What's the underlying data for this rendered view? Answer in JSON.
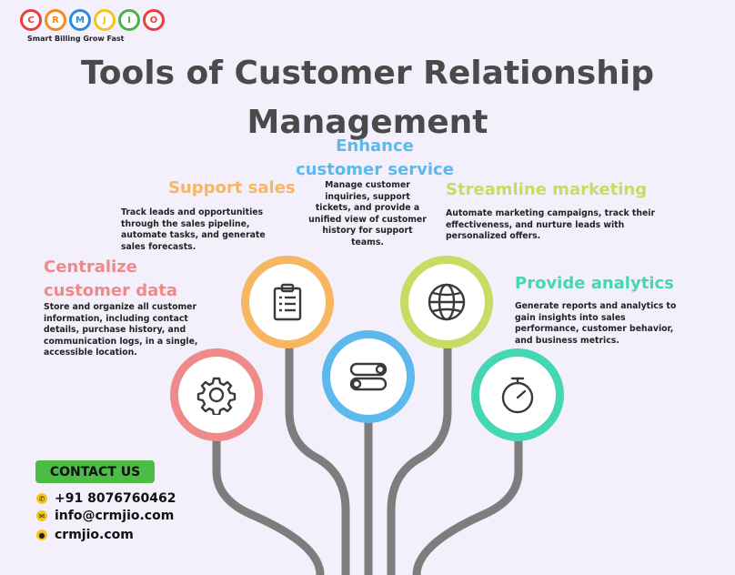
{
  "logo": {
    "letters": [
      "C",
      "R",
      "M",
      "J",
      "I",
      "O"
    ],
    "tagline": "Smart Billing Grow Fast"
  },
  "title": "Tools of Customer Relationship Management",
  "sections": {
    "centralize": {
      "title": "Centralize customer data",
      "desc": "Store and organize all customer information, including contact details, purchase history, and communication logs, in a single, accessible location.",
      "color": "#ef8a8a"
    },
    "support_sales": {
      "title": "Support sales",
      "desc": "Track leads and opportunities through the sales pipeline, automate tasks, and generate sales forecasts.",
      "color": "#f7b660"
    },
    "enhance_service": {
      "title": "Enhance customer service",
      "desc": "Manage customer inquiries, support tickets, and provide a unified view of customer history for support teams.",
      "color": "#5db8ec"
    },
    "streamline_marketing": {
      "title": "Streamline marketing",
      "desc": "Automate marketing campaigns, track their effectiveness, and nurture leads with personalized offers.",
      "color": "#c7dc63"
    },
    "analytics": {
      "title": "Provide analytics",
      "desc": "Generate reports and analytics to gain insights into sales performance, customer behavior, and business metrics.",
      "color": "#45d6b3"
    }
  },
  "icons": [
    "gear-icon",
    "clipboard-icon",
    "toggle-icon",
    "globe-icon",
    "stopwatch-icon"
  ],
  "contact": {
    "button_label": "CONTACT US",
    "phone": "+91 8076760462",
    "email": "info@crmjio.com",
    "website": "crmjio.com",
    "button_color": "#4cbc46"
  }
}
